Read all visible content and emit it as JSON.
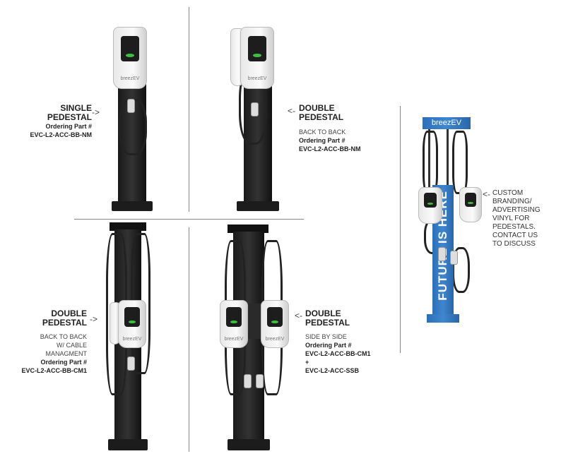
{
  "brand_logo": "breezEV",
  "products": [
    {
      "title_line1": "SINGLE",
      "title_line2": "PEDESTAL",
      "details": [],
      "ordering_label": "Ordering Part #",
      "part_numbers": [
        "EVC-L2-ACC-BB-NM"
      ]
    },
    {
      "title_line1": "DOUBLE",
      "title_line2": "PEDESTAL",
      "details": [
        "BACK TO BACK"
      ],
      "ordering_label": "Ordering Part #",
      "part_numbers": [
        "EVC-L2-ACC-BB-NM"
      ]
    },
    {
      "title_line1": "DOUBLE",
      "title_line2": "PEDESTAL",
      "details": [
        "BACK TO BACK",
        "W/ CABLE",
        "MANAGMENT"
      ],
      "ordering_label": "Ordering Part #",
      "part_numbers": [
        "EVC-L2-ACC-BB-CM1"
      ]
    },
    {
      "title_line1": "DOUBLE",
      "title_line2": "PEDESTAL",
      "details": [
        "SIDE BY SIDE"
      ],
      "ordering_label": "Ordering Part #",
      "part_numbers": [
        "EVC-L2-ACC-BB-CM1",
        "+",
        "EVC-L2-ACC-SSB"
      ]
    }
  ],
  "custom_branding": {
    "lines": [
      "CUSTOM",
      "BRANDING/",
      "ADVERTISING",
      "VINYL FOR",
      "PEDESTALS.",
      "CONTACT US",
      "TO DISCUSS"
    ],
    "vinyl_text": "FUTURE IS HERE"
  },
  "arrows": {
    "right": "->",
    "left": "<-"
  }
}
